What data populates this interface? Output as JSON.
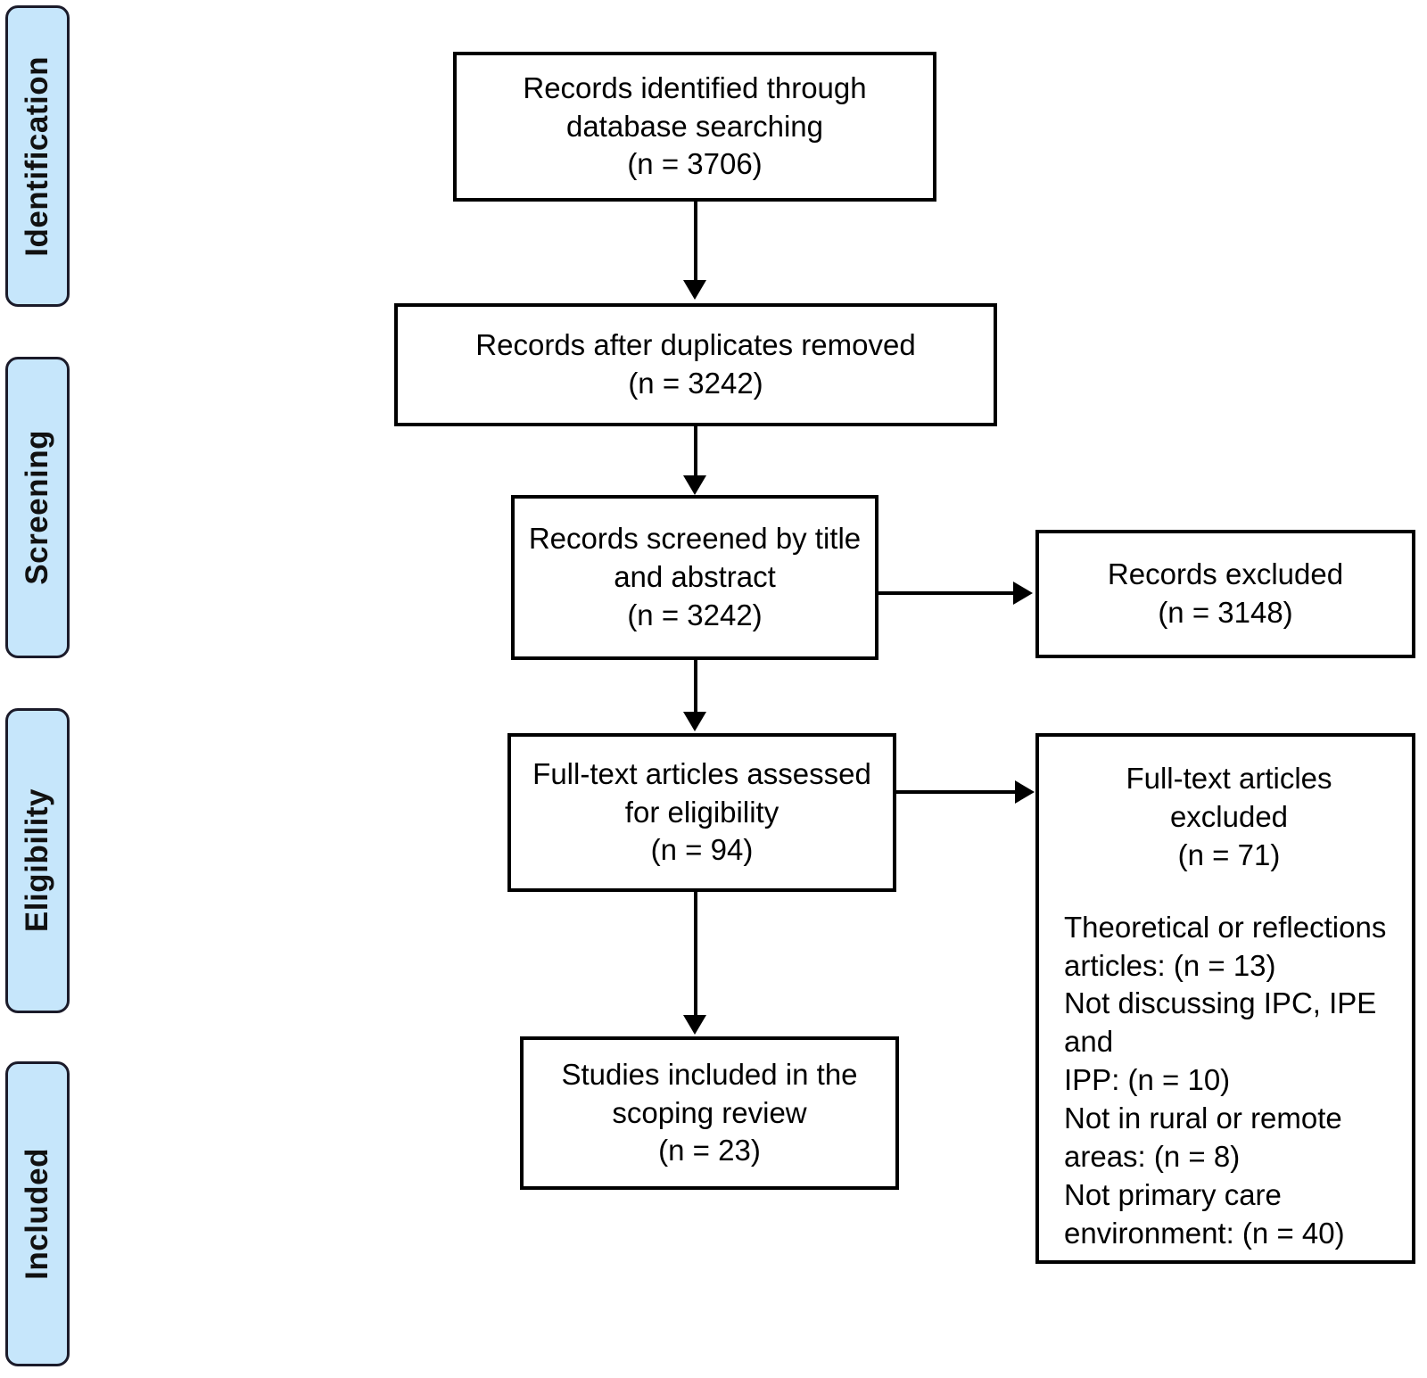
{
  "diagram": {
    "type": "PRISMA flow diagram",
    "accent_color": "#c6e6fb",
    "line_color": "#000000",
    "stages": [
      {
        "id": "identification",
        "label": "Identification"
      },
      {
        "id": "screening",
        "label": "Screening"
      },
      {
        "id": "eligibility",
        "label": "Eligibility"
      },
      {
        "id": "included",
        "label": "Included"
      }
    ],
    "boxes": {
      "identified": {
        "lines": [
          "Records identified through",
          "database searching",
          "(n = 3706)"
        ]
      },
      "after_duplicates": {
        "lines": [
          "Records after duplicates removed",
          "(n = 3242)"
        ]
      },
      "screened": {
        "lines": [
          "Records screened by title",
          "and abstract",
          "(n = 3242)"
        ]
      },
      "records_excluded": {
        "lines": [
          "Records excluded",
          "(n = 3148)"
        ]
      },
      "fulltext_assessed": {
        "lines": [
          "Full-text articles assessed",
          "for eligibility",
          "(n = 94)"
        ]
      },
      "fulltext_excluded": {
        "head_lines": [
          "Full-text articles excluded",
          "(n = 71)"
        ],
        "reason_lines": [
          "Theoretical or reflections",
          "articles: (n = 13)",
          "Not discussing IPC, IPE and",
          "IPP: (n = 10)",
          "Not in rural or remote",
          "areas: (n = 8)",
          "Not primary care",
          "environment: (n = 40)"
        ]
      },
      "studies_included": {
        "lines": [
          "Studies included in the",
          "scoping review",
          "(n = 23)"
        ]
      }
    }
  }
}
